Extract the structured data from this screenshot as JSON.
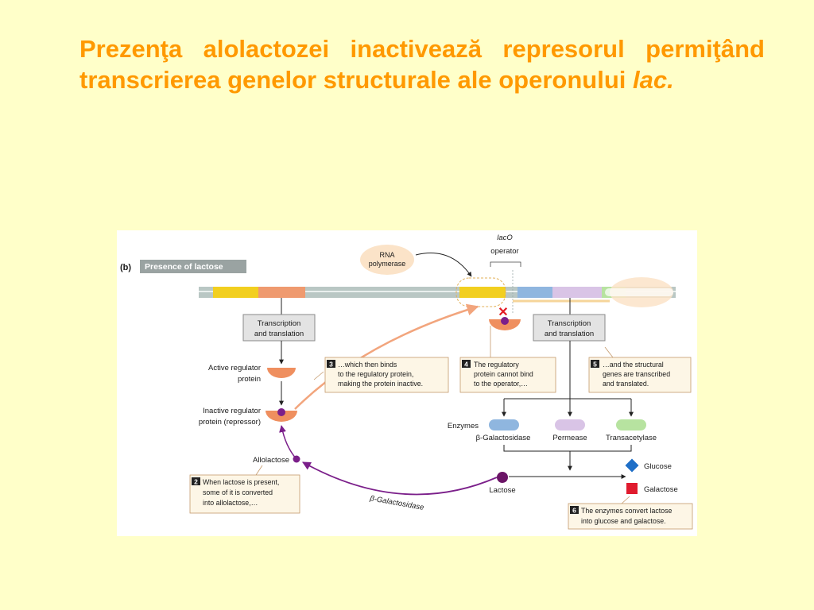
{
  "colors": {
    "title": "#ff9900",
    "background": "#ffffc9",
    "dna": "#b9c7c4",
    "lacI_gene": "#f2cf1f",
    "promoter": "#ef9a6f",
    "lacZ": "#8fb6df",
    "lacY": "#d9c4e6",
    "lacA": "#b7e3a0",
    "repressor": "#ef8f5f",
    "allolactose": "#7b1f8a",
    "lactose": "#6b1466",
    "glucose": "#1f6fc7",
    "galactose": "#e01b2e",
    "callout_fill": "#fdf6e6",
    "callout_border": "#c49a6c",
    "error_x": "#e31b23"
  },
  "title": {
    "part1": "Prezenţa alolactozei inactivează represorul permiţând transcrierea genelor structurale ale operonului",
    "part2": "lac."
  },
  "figure": {
    "panel_letter": "(b)",
    "panel_label": "Presence of lactose",
    "rna_polymerase": [
      "RNA",
      "polymerase"
    ],
    "operator_label_italic": "lacO",
    "operator_label": "operator",
    "box_left": [
      "Transcription",
      "and translation"
    ],
    "box_right": [
      "Transcription",
      "and translation"
    ],
    "active_regulator": [
      "Active regulator",
      "protein"
    ],
    "inactive_regulator": [
      "Inactive regulator",
      "protein (repressor)"
    ],
    "allolactose": "Allolactose",
    "lactose": "Lactose",
    "beta_gal_arrow": "β-Galactosidase",
    "enzymes": "Enzymes",
    "enzyme_names": [
      "β-Galactosidase",
      "Permease",
      "Transacetylase"
    ],
    "glucose": "Glucose",
    "galactose": "Galactose",
    "error_mark": "✕",
    "callouts": [
      {
        "num": "2",
        "lines": [
          "When lactose is present,",
          "some of it is converted",
          "into allolactose,…"
        ]
      },
      {
        "num": "3",
        "lines": [
          "…which then binds",
          "to the regulatory protein,",
          "making the protein inactive."
        ]
      },
      {
        "num": "4",
        "lines": [
          "The regulatory",
          "protein cannot bind",
          "to the operator,…"
        ]
      },
      {
        "num": "5",
        "lines": [
          "…and the structural",
          "genes are transcribed",
          "and translated."
        ]
      },
      {
        "num": "6",
        "lines": [
          "The enzymes convert lactose",
          "into glucose and galactose."
        ]
      }
    ]
  }
}
